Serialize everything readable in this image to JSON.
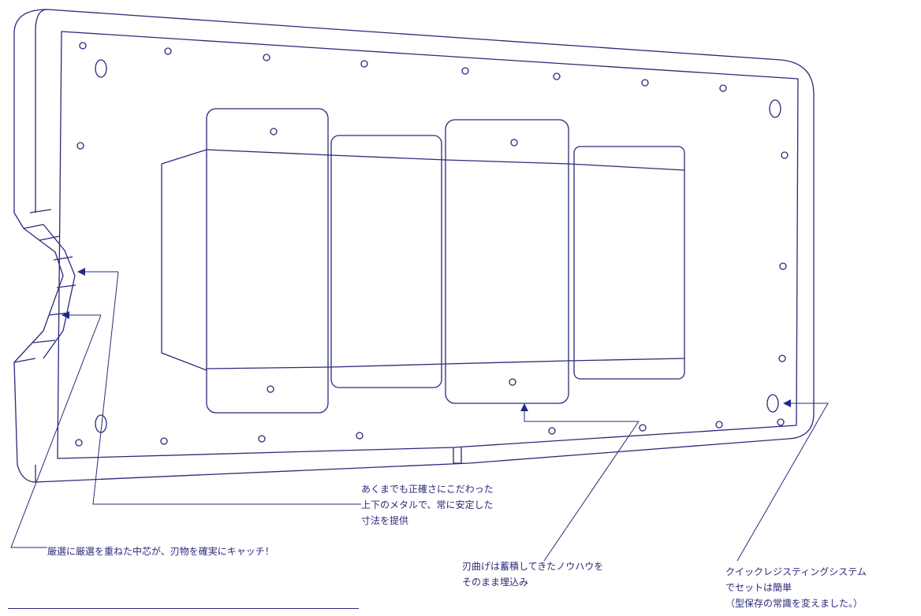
{
  "diagram": {
    "colors": {
      "outline": "#2a2a7a",
      "arrow": "#1f2a8a",
      "background": "#ffffff"
    },
    "callouts": {
      "metal_plates": {
        "lines": [
          "あくまでも正確さにこだわった",
          "上下のメタルで、常に安定した",
          "寸法を提供"
        ]
      },
      "core": {
        "lines": [
          "厳選に厳選を重ねた中芯が、刃物を確実にキャッチ！"
        ]
      },
      "blade_bending": {
        "lines": [
          "刃曲げは蓄積してきたノウハウを",
          "そのまま埋込み"
        ]
      },
      "registration": {
        "lines": [
          "クイックレジスティングシステム",
          "でセットは簡単",
          "（型保存の常識を変えました。）"
        ]
      }
    }
  }
}
